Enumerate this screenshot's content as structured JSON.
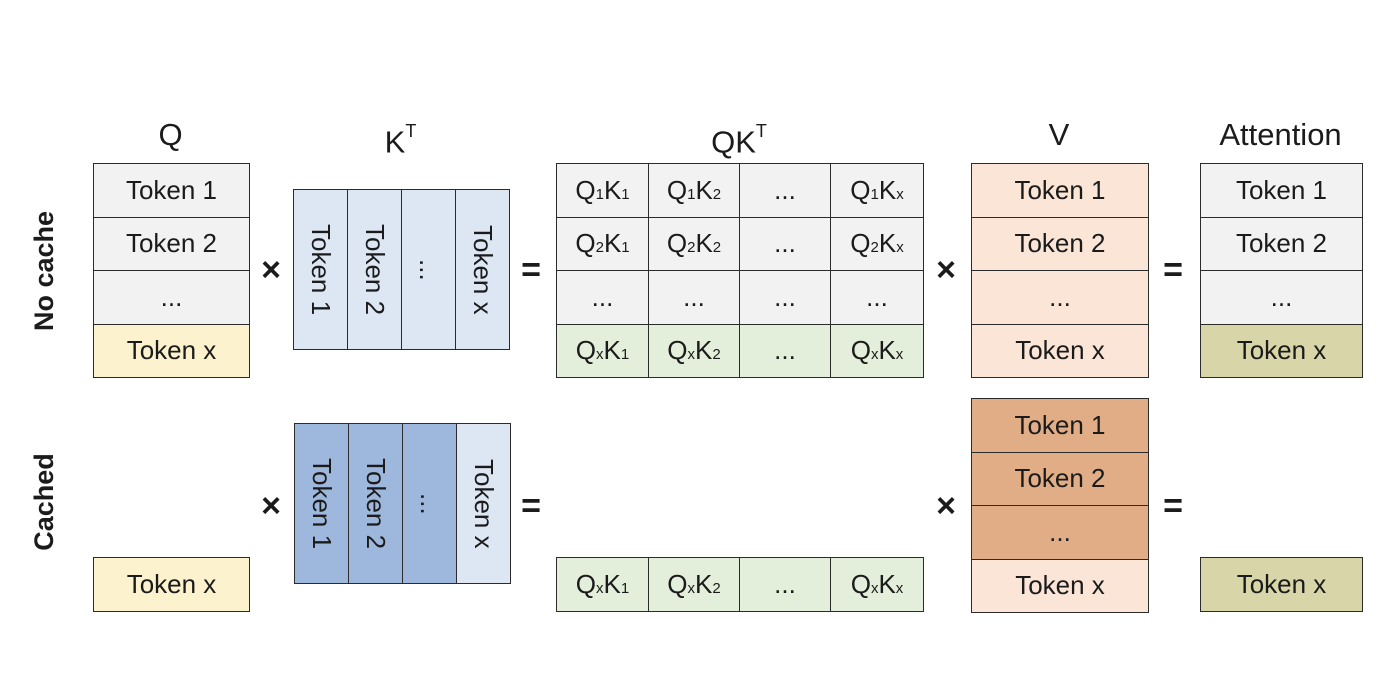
{
  "headers": {
    "q": "Q",
    "kt_base": "K",
    "kt_sup": "T",
    "qkt_base": "QK",
    "qkt_sup": "T",
    "v": "V",
    "attention": "Attention"
  },
  "row_labels": {
    "no_cache": "No cache",
    "cached": "Cached"
  },
  "operators": {
    "multiply": "×",
    "equals": "="
  },
  "no_cache": {
    "q": [
      "Token 1",
      "Token 2",
      "...",
      "Token x"
    ],
    "kt": [
      "Token 1",
      "Token 2",
      "...",
      "Token x"
    ],
    "qkt": [
      [
        "Q1K1",
        "Q1K2",
        "...",
        "Q1Kx"
      ],
      [
        "Q2K1",
        "Q2K2",
        "...",
        "Q2Kx"
      ],
      [
        "...",
        "...",
        "...",
        "..."
      ],
      [
        "QxK1",
        "QxK2",
        "...",
        "QxKx"
      ]
    ],
    "v": [
      "Token 1",
      "Token 2",
      "...",
      "Token x"
    ],
    "attention": [
      "Token 1",
      "Token 2",
      "...",
      "Token x"
    ]
  },
  "cached": {
    "q": [
      "Token x"
    ],
    "kt": [
      "Token 1",
      "Token 2",
      "...",
      "Token x"
    ],
    "qkt": [
      [
        "QxK1",
        "QxK2",
        "...",
        "QxKx"
      ]
    ],
    "v": [
      "Token 1",
      "Token 2",
      "...",
      "Token x"
    ],
    "attention": [
      "Token x"
    ]
  },
  "colors": {
    "neutral": "#f2f2f2",
    "query_new": "#fcf2cd",
    "key_new": "#dde6f3",
    "key_cached": "#9eb7dc",
    "score_new": "#e3efda",
    "value_new": "#fbe5d6",
    "value_cached": "#e0ad86",
    "attention_new": "#d8d6a8"
  }
}
